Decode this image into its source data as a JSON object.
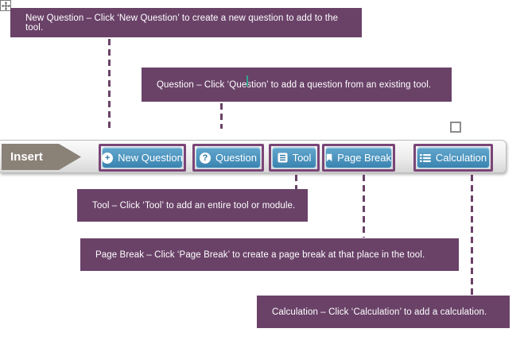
{
  "colors": {
    "callout_bg": "#6a4268",
    "annotation_outline": "#7a4577",
    "button_blue_top": "#61a6cd",
    "button_blue_bottom": "#3a84b0",
    "insert_arrow_bg": "#8a8177"
  },
  "toolbar": {
    "tab_label": "Insert",
    "buttons": [
      {
        "label": "New Question",
        "icon": "plus-circle-icon",
        "glyph": "+"
      },
      {
        "label": "Question",
        "icon": "question-circle-icon",
        "glyph": "?"
      },
      {
        "label": "Tool",
        "icon": "tool-document-icon"
      },
      {
        "label": "Page Break",
        "icon": "bookmark-icon"
      },
      {
        "label": "Calculation",
        "icon": "calculation-list-icon"
      }
    ]
  },
  "callouts": [
    {
      "text": "New Question – Click ‘New Question’ to create a new question to add to the tool."
    },
    {
      "text": "Question – Click ‘Question’ to add a question from an existing tool."
    },
    {
      "text": "Tool – Click ‘Tool’ to add an entire tool or module."
    },
    {
      "text": "Page Break – Click ‘Page Break’ to create a page break at that place in the tool."
    },
    {
      "text": "Calculation – Click ‘Calculation’ to add a calculation."
    }
  ]
}
